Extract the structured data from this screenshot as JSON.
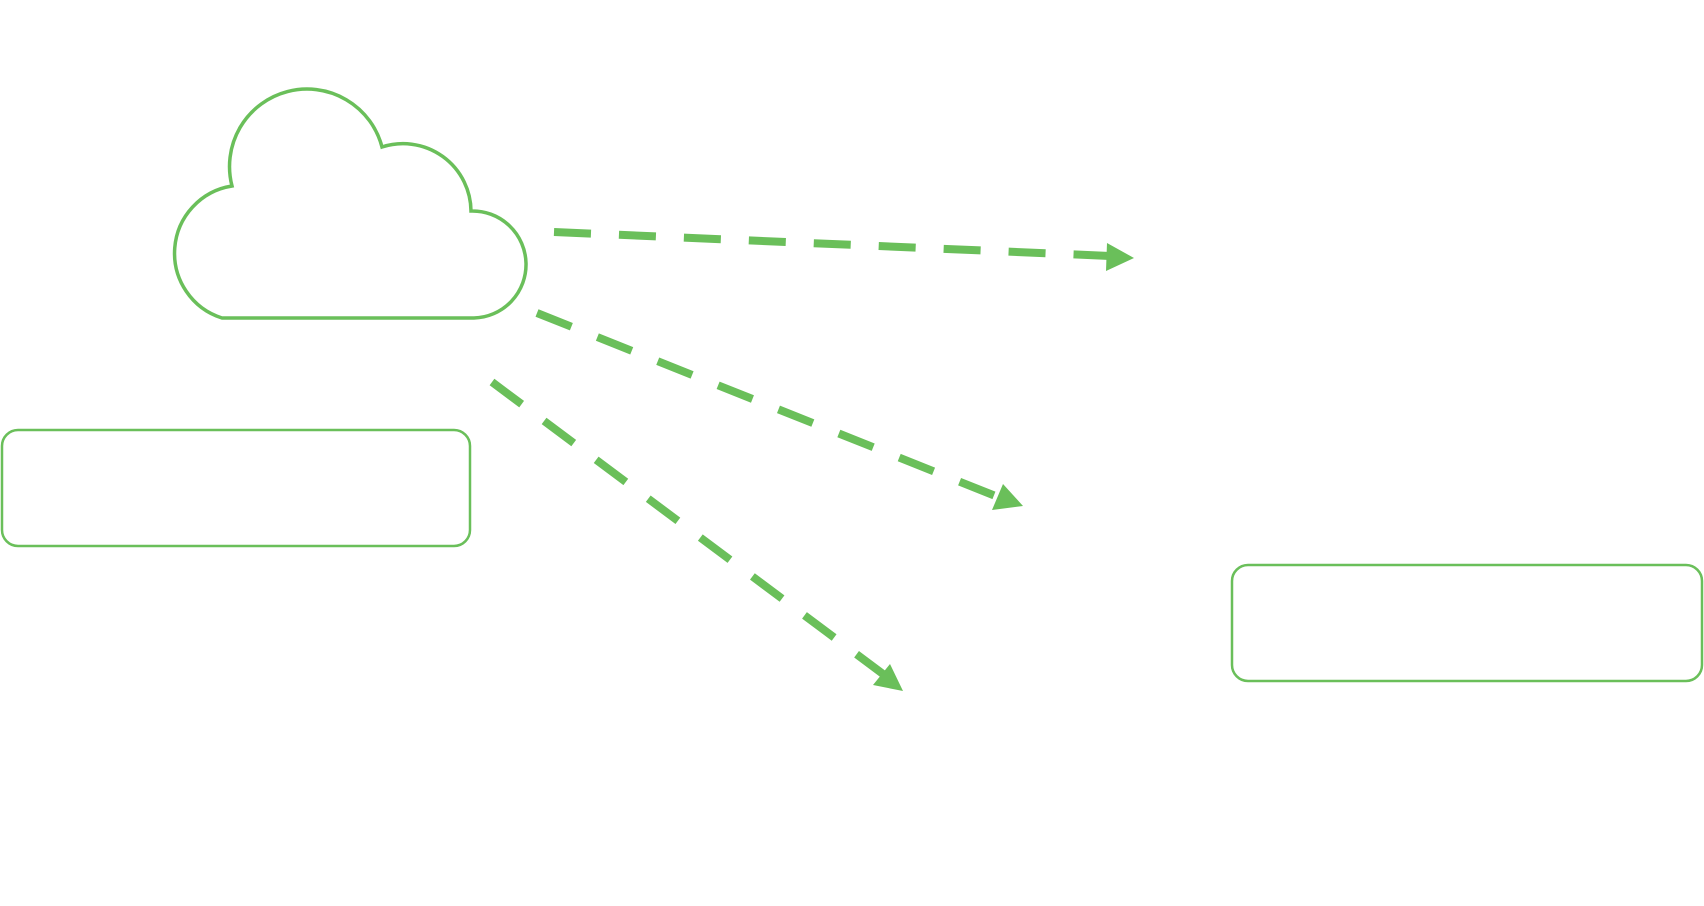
{
  "diagram": {
    "accent_color": "#6abf5a",
    "background_color": "#ffffff",
    "nodes": [
      {
        "id": "cloud",
        "shape": "cloud",
        "label": ""
      },
      {
        "id": "box-left",
        "shape": "rounded-rectangle",
        "label": ""
      },
      {
        "id": "box-right",
        "shape": "rounded-rectangle",
        "label": ""
      }
    ],
    "edges": [
      {
        "id": "arrow-top",
        "from": "cloud",
        "style": "dashed",
        "head": "filled-triangle"
      },
      {
        "id": "arrow-middle",
        "from": "cloud",
        "style": "dashed",
        "head": "filled-triangle"
      },
      {
        "id": "arrow-bottom",
        "from": "cloud",
        "style": "dashed",
        "head": "filled-triangle"
      }
    ]
  }
}
